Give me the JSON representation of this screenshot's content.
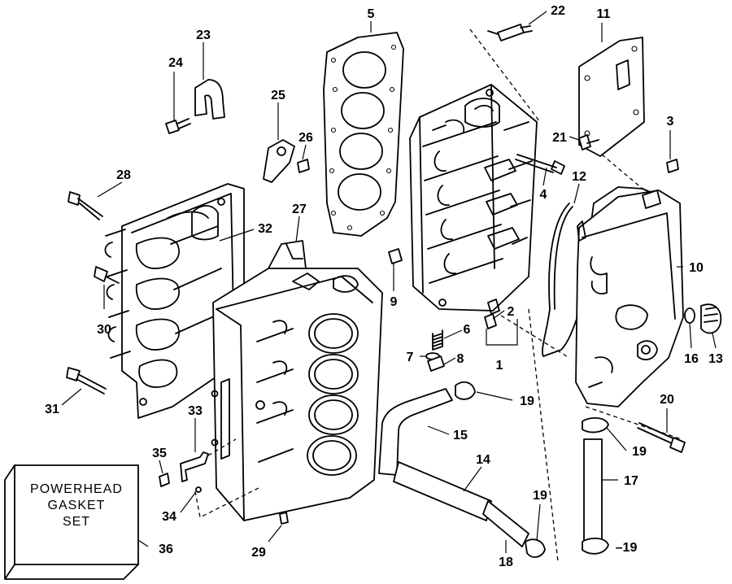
{
  "gasket_box": {
    "line1": "POWERHEAD",
    "line2": "GASKET",
    "line3": "SET"
  },
  "callouts": {
    "c1": "1",
    "c2": "2",
    "c3": "3",
    "c4": "4",
    "c5": "5",
    "c6": "6",
    "c7": "7",
    "c8": "8",
    "c9": "9",
    "c10": "10",
    "c11": "11",
    "c12": "12",
    "c13": "13",
    "c14": "14",
    "c15": "15",
    "c16": "16",
    "c17": "17",
    "c18": "18",
    "c19a": "19",
    "c19b": "19",
    "c19c": "19",
    "c19d": "–19",
    "c20": "20",
    "c21": "21",
    "c22": "22",
    "c23": "23",
    "c24": "24",
    "c25": "25",
    "c26": "26",
    "c27": "27",
    "c28": "28",
    "c29": "29",
    "c30": "30",
    "c31": "31",
    "c32": "32",
    "c33": "33",
    "c34": "34",
    "c35": "35",
    "c36": "36"
  }
}
